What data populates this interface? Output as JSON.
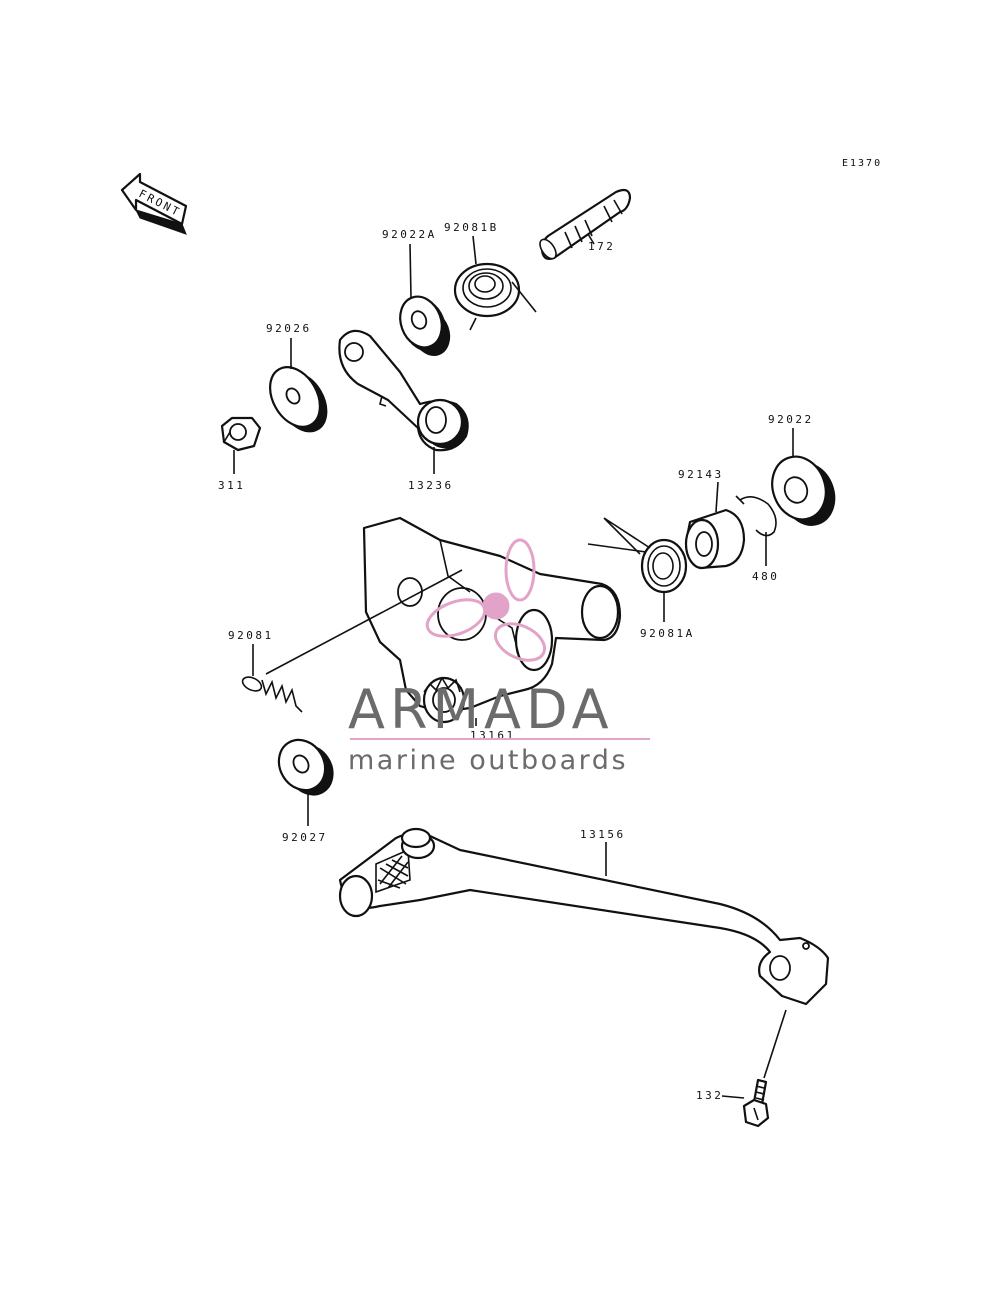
{
  "diagram": {
    "reference_code": "E1370",
    "front_label": "FRONT",
    "colors": {
      "line": "#111111",
      "watermark_text": "#6b6b6b",
      "watermark_accent": "#e3a3c8"
    },
    "parts": [
      {
        "id": "172",
        "label": "172"
      },
      {
        "id": "92081B",
        "label": "92081B"
      },
      {
        "id": "92022A",
        "label": "92022A"
      },
      {
        "id": "92026",
        "label": "92026"
      },
      {
        "id": "311",
        "label": "311"
      },
      {
        "id": "13236",
        "label": "13236"
      },
      {
        "id": "92022",
        "label": "92022"
      },
      {
        "id": "92143",
        "label": "92143"
      },
      {
        "id": "480",
        "label": "480"
      },
      {
        "id": "92081A",
        "label": "92081A"
      },
      {
        "id": "92081",
        "label": "92081"
      },
      {
        "id": "13161",
        "label": "13161"
      },
      {
        "id": "92027",
        "label": "92027"
      },
      {
        "id": "13156",
        "label": "13156"
      },
      {
        "id": "132",
        "label": "132"
      }
    ]
  },
  "watermark": {
    "name": "ARMADA",
    "tagline": "marine outboards"
  }
}
